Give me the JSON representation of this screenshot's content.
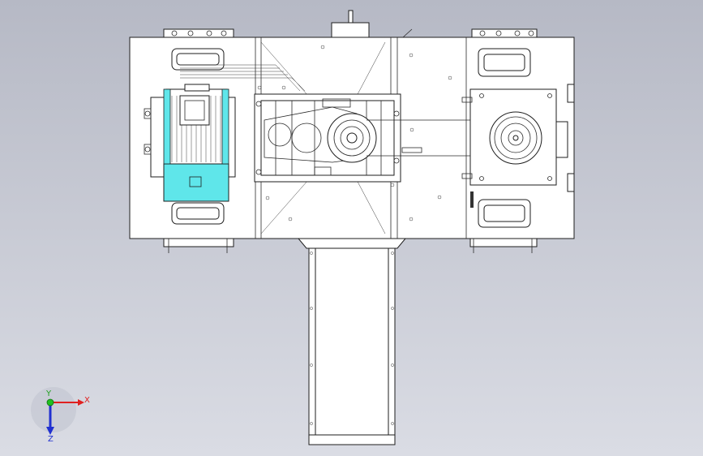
{
  "viewport": {
    "background_top": "#b6b9c5",
    "background_bottom": "#dadce4"
  },
  "motor": {
    "color": "#5fe6ea",
    "name": "motor-icon"
  },
  "triad": {
    "x_label": "X",
    "y_label": "Y",
    "z_label": "Z",
    "x_color": "#e02020",
    "y_color": "#20c020",
    "z_color": "#2030d0"
  }
}
